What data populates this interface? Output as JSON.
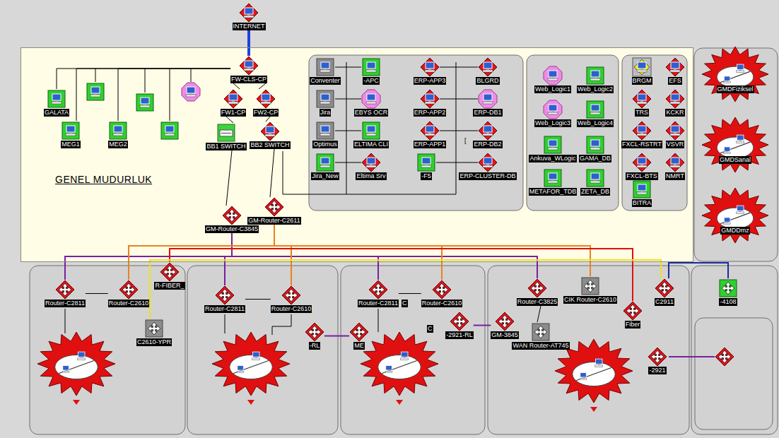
{
  "diagram": {
    "nodes": [
      {
        "text": [
          "INTERNET"
        ]
      },
      {
        "text": [
          "GENEL MUDURLUK"
        ]
      },
      {
        "text": [
          "FW-CLS-CP"
        ],
        "in": 1
      },
      {
        "text": [
          "GALATA"
        ],
        "in": 1
      },
      {
        "text": [
          "MEG1"
        ],
        "in": 1
      },
      {
        "text": [
          "MEG2"
        ],
        "in": 1
      },
      {
        "text": [
          "FW1-CP"
        ],
        "in": 1
      },
      {
        "text": [
          "FW2-CP"
        ],
        "in": 1
      },
      {
        "text": [
          "BB1 SWITCH"
        ],
        "in": 1
      },
      {
        "text": [
          "BB2 SWITCH"
        ],
        "in": 1
      },
      {
        "text": [
          "Conventer"
        ],
        "in": 1
      },
      {
        "text": [
          "-APC"
        ],
        "in": 1
      },
      {
        "text": [
          "ERP-APP3"
        ],
        "in": 1
      },
      {
        "text": [
          "BLGRD"
        ],
        "in": 1
      },
      {
        "text": [
          "Jira"
        ],
        "in": 1
      },
      {
        "text": [
          "EBYS OCR"
        ],
        "in": 1
      },
      {
        "text": [
          "ERP-APP2"
        ],
        "in": 1
      },
      {
        "text": [
          "ERP-DB1"
        ],
        "in": 1
      },
      {
        "text": [
          "Optimus"
        ],
        "in": 1
      },
      {
        "text": [
          "ELTIMA CLI"
        ],
        "in": 1
      },
      {
        "text": [
          "ERP-APP1"
        ],
        "in": 1
      },
      {
        "text": [
          "ERP-DB2"
        ],
        "in": 1
      },
      {
        "text": [
          "Jira_New"
        ],
        "in": 1
      },
      {
        "text": [
          "Eltima Srv"
        ],
        "in": 1
      },
      {
        "text": [
          "-F5"
        ],
        "in": 1
      },
      {
        "text": [
          "ERP-CLUSTER-DB"
        ],
        "in": 1
      },
      {
        "text": [
          "Web_Logic1"
        ],
        "in": 1
      },
      {
        "text": [
          "Web_Logic2"
        ],
        "in": 1
      },
      {
        "text": [
          "Web_Logic3"
        ],
        "in": 1
      },
      {
        "text": [
          "Web_Logic4"
        ],
        "in": 1
      },
      {
        "text": [
          "Ankuva_WLogic"
        ],
        "in": 1
      },
      {
        "text": [
          "GAMA_DB"
        ],
        "in": 1
      },
      {
        "text": [
          "METAFOR_TDB"
        ],
        "in": 1
      },
      {
        "text": [
          "ZETA_DB"
        ],
        "in": 1
      },
      {
        "text": [
          "BRGM"
        ],
        "in": 1
      },
      {
        "text": [
          "EFS"
        ],
        "in": 1
      },
      {
        "text": [
          "TRS"
        ],
        "in": 1
      },
      {
        "text": [
          "KCKR"
        ],
        "in": 1
      },
      {
        "text": [
          "FXCL-RSTRT"
        ],
        "in": 1
      },
      {
        "text": [
          "VSVR"
        ],
        "in": 1
      },
      {
        "text": [
          "FXCL-BTS"
        ],
        "in": 1
      },
      {
        "text": [
          "NMRT"
        ],
        "in": 1
      },
      {
        "text": [
          "BITRA"
        ],
        "in": 1
      },
      {
        "text": [
          "GM-Router-C3845"
        ],
        "in": 1
      },
      {
        "text": [
          "GM-Router-C2611"
        ],
        "in": 1
      },
      {
        "text": [
          "GMDFiziksel"
        ]
      },
      {
        "text": [
          "GMDSanal"
        ]
      },
      {
        "text": [
          "GMDDmz"
        ]
      },
      {
        "text": [
          "Router-C2811"
        ]
      },
      {
        "text": [
          "Router-C2610"
        ]
      },
      {
        "text": [
          "R-FIBER_"
        ]
      },
      {
        "text": [
          "C2610-YPR"
        ]
      },
      {
        "text": [
          "Router-C2811"
        ]
      },
      {
        "text": [
          "Router-C2610"
        ]
      },
      {
        "text": [
          "-RL"
        ]
      },
      {
        "text": [
          "ME"
        ]
      },
      {
        "text": [
          "Router-C2811"
        ]
      },
      {
        "text": [
          "Router-C2610"
        ]
      },
      {
        "text": [
          "-2921-RL"
        ]
      },
      {
        "text": [
          "GM-3845"
        ]
      },
      {
        "text": [
          "Router-C3825"
        ]
      },
      {
        "text": [
          "CIK Router-C2610"
        ]
      },
      {
        "text": [
          "Fiber"
        ]
      },
      {
        "text": [
          "C2911"
        ]
      },
      {
        "text": [
          "WAN Router-AT745"
        ]
      },
      {
        "text": [
          "-2921"
        ]
      },
      {
        "text": [
          "-4108"
        ]
      }
    ],
    "edges": [
      {
        "from": 0,
        "to": 2,
        "arrow": "none"
      },
      {
        "from": 2,
        "to": 3,
        "arrow": "none"
      },
      {
        "from": 2,
        "to": 4,
        "arrow": "none"
      },
      {
        "from": 2,
        "to": 5,
        "arrow": "none"
      },
      {
        "from": 2,
        "to": 6,
        "arrow": "none"
      },
      {
        "from": 2,
        "to": 7,
        "arrow": "none"
      },
      {
        "from": 6,
        "to": 8,
        "arrow": "none"
      },
      {
        "from": 7,
        "to": 9,
        "arrow": "none"
      },
      {
        "from": 8,
        "to": 43,
        "arrow": "none"
      },
      {
        "from": 9,
        "to": 44,
        "arrow": "none"
      },
      {
        "from": 43,
        "to": 48,
        "arrow": "none"
      },
      {
        "from": 43,
        "to": 52,
        "arrow": "none"
      },
      {
        "from": 43,
        "to": 56,
        "arrow": "none"
      },
      {
        "from": 43,
        "to": 60,
        "arrow": "none"
      },
      {
        "from": 44,
        "to": 49,
        "arrow": "none"
      },
      {
        "from": 44,
        "to": 53,
        "arrow": "none"
      },
      {
        "from": 44,
        "to": 57,
        "arrow": "none"
      },
      {
        "from": 44,
        "to": 61,
        "arrow": "none"
      },
      {
        "from": 50,
        "to": 62,
        "arrow": "none"
      },
      {
        "from": 51,
        "to": 63,
        "arrow": "none"
      },
      {
        "from": 63,
        "to": 66,
        "arrow": "none"
      },
      {
        "from": 48,
        "to": 49,
        "arrow": "none"
      },
      {
        "from": 52,
        "to": 53,
        "arrow": "none"
      },
      {
        "from": 54,
        "to": 55,
        "arrow": "none"
      },
      {
        "from": 56,
        "to": 57,
        "arrow": "none"
      },
      {
        "from": 58,
        "to": 59,
        "arrow": "none"
      },
      {
        "from": 60,
        "to": 64,
        "arrow": "none"
      }
    ],
    "labels": [
      "C",
      "C",
      "["
    ]
  }
}
